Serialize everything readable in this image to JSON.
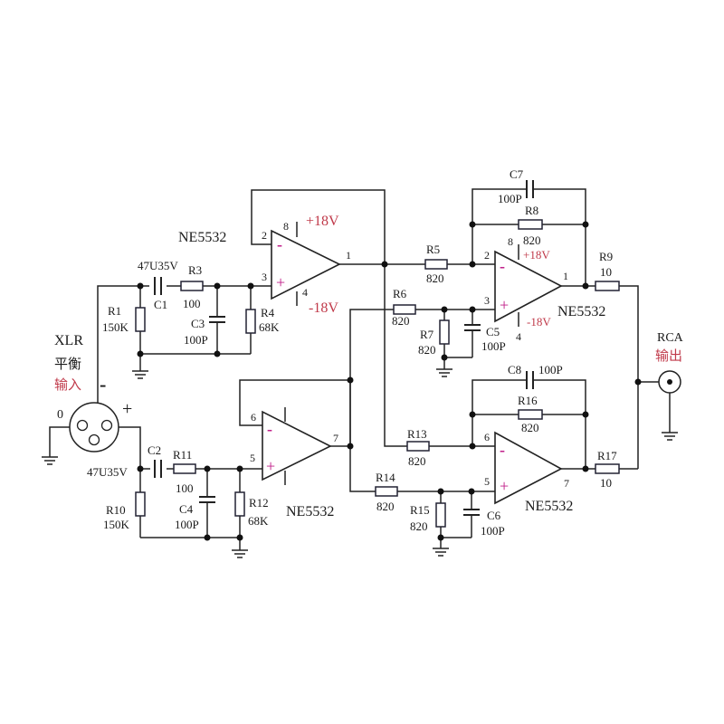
{
  "colors": {
    "wire": "#222222",
    "supply_text": "#c03a4a",
    "opamp_sign": "#c0208a",
    "background": "#ffffff"
  },
  "opamps": {
    "u1": {
      "name": "NE5532",
      "pin_neg": "2",
      "pin_pos": "3",
      "pin_out": "1",
      "pin_vp": "8",
      "pin_vn": "4",
      "vplus": "+18V",
      "vminus": "-18V"
    },
    "u2": {
      "name": "NE5532",
      "pin_neg": "6",
      "pin_pos": "5",
      "pin_out": "7"
    },
    "u3": {
      "name": "NE5532",
      "pin_neg": "2",
      "pin_pos": "3",
      "pin_out": "1",
      "pin_vp": "8",
      "pin_vn": "4",
      "vplus": "+18V",
      "vminus": "-18V"
    },
    "u4": {
      "name": "NE5532",
      "pin_neg": "6",
      "pin_pos": "5",
      "pin_out": "7"
    }
  },
  "components": {
    "r1": {
      "name": "R1",
      "value": "150K"
    },
    "c1": {
      "name": "C1",
      "value": "47U35V"
    },
    "r3": {
      "name": "R3",
      "value": "100"
    },
    "c3": {
      "name": "C3",
      "value": "100P"
    },
    "r4": {
      "name": "R4",
      "value": "68K"
    },
    "r5": {
      "name": "R5",
      "value": "820"
    },
    "r6": {
      "name": "R6",
      "value": "820"
    },
    "r7": {
      "name": "R7",
      "value": "820"
    },
    "c5": {
      "name": "C5",
      "value": "100P"
    },
    "c7": {
      "name": "C7",
      "value": "100P"
    },
    "r8": {
      "name": "R8",
      "value": "820"
    },
    "r9": {
      "name": "R9",
      "value": "10"
    },
    "c2": {
      "name": "C2",
      "value": "47U35V"
    },
    "r10": {
      "name": "R10",
      "value": "150K"
    },
    "r11": {
      "name": "R11",
      "value": "100"
    },
    "c4": {
      "name": "C4",
      "value": "100P"
    },
    "r12": {
      "name": "R12",
      "value": "68K"
    },
    "r13": {
      "name": "R13",
      "value": "820"
    },
    "r14": {
      "name": "R14",
      "value": "820"
    },
    "r15": {
      "name": "R15",
      "value": "820"
    },
    "c6": {
      "name": "C6",
      "value": "100P"
    },
    "c8": {
      "name": "C8",
      "value": "100P"
    },
    "r16": {
      "name": "R16",
      "value": "820"
    },
    "r17": {
      "name": "R17",
      "value": "10"
    }
  },
  "connectors": {
    "xlr": {
      "name": "XLR",
      "line2": "平衡",
      "line3": "输入",
      "pin_gnd": "0",
      "pin_minus": "-",
      "pin_plus": "+"
    },
    "rca": {
      "name": "RCA",
      "line2": "输出"
    }
  },
  "signs": {
    "minus": "-",
    "plus": "+"
  }
}
